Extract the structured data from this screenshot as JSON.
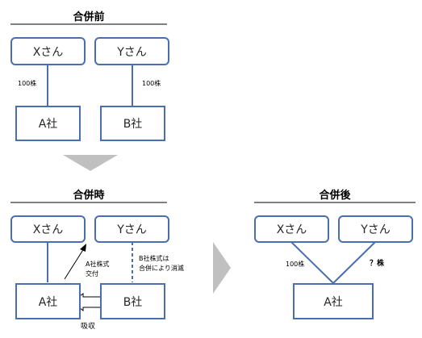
{
  "colors": {
    "border": "#4a6fb0",
    "connector": "#4a6fb0",
    "text": "#262626",
    "triangle": "#c0c0c0",
    "arrow_outline": "#000000"
  },
  "before": {
    "heading": "合併前",
    "person_x": "Xさん",
    "person_y": "Yさん",
    "company_a": "A社",
    "company_b": "B社",
    "shares_x": "100株",
    "shares_y": "100株"
  },
  "during": {
    "heading": "合併時",
    "person_x": "Xさん",
    "person_y": "Yさん",
    "company_a": "A社",
    "company_b": "B社",
    "share_issue_line1": "A社株式",
    "share_issue_line2": "交付",
    "extinguish_line1": "B社株式は",
    "extinguish_line2": "合併により消滅",
    "absorb": "吸収"
  },
  "after": {
    "heading": "合併後",
    "person_x": "Xさん",
    "person_y": "Yさん",
    "company_a": "A社",
    "shares_x": "100株",
    "shares_y": "？株"
  },
  "icons": {
    "down_triangle": "down-triangle-icon",
    "right_triangle": "right-triangle-icon",
    "absorb_arrow": "left-block-arrow-icon"
  }
}
